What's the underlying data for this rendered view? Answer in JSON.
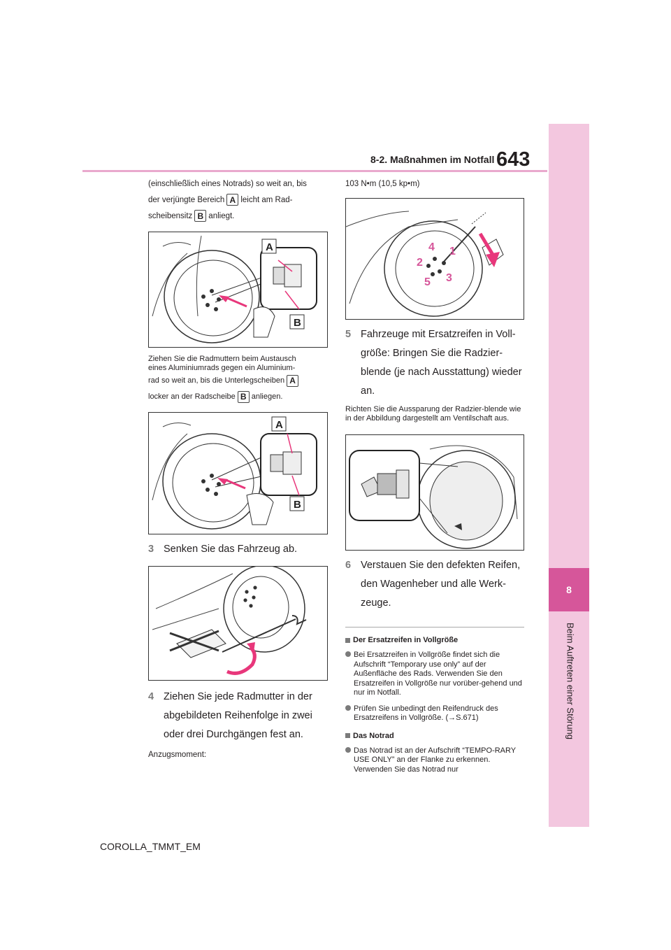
{
  "header": {
    "section_title": "8-2. Maßnahmen im Notfall",
    "page_number": "643"
  },
  "side_tab": {
    "chapter_number": "8",
    "chapter_title": "Beim Auftreten einer Störung"
  },
  "left_column": {
    "intro_line1": "(einschließlich eines Notrads) so weit an, bis",
    "intro_line2_a": "der verjüngte Bereich",
    "intro_line2_b": "leicht am Rad-",
    "intro_line3_a": "scheibensitz",
    "intro_line3_b": "anliegt.",
    "note1_line1": "Ziehen Sie die Radmuttern beim Austausch",
    "note1_line2": "eines Aluminiumrads gegen ein Aluminium-",
    "note1_line3": "rad so weit an, bis die Unterlegscheiben",
    "note1_line4_a": "locker an der Radscheibe",
    "note1_line4_b": "anliegen.",
    "step3_num": "3",
    "step3_text": "Senken Sie das Fahrzeug ab.",
    "step4_num": "4",
    "step4_text": "Ziehen Sie jede Radmutter in der abgebildeten Reihenfolge in zwei oder drei Durchgängen fest an.",
    "torque_label": "Anzugsmoment:"
  },
  "labels": {
    "A": "A",
    "B": "B"
  },
  "right_column": {
    "torque_value": "103 N•m (10,5 kp•m)",
    "sequence": [
      "4",
      "1",
      "2",
      "5",
      "3"
    ],
    "step5_num": "5",
    "step5_text": "Fahrzeuge mit Ersatzreifen in Voll-größe: Bringen Sie die Radzier-blende (je nach Ausstattung) wieder an.",
    "note2": "Richten Sie die Aussparung der Radzier-blende wie in der Abbildung dargestellt am Ventilschaft aus.",
    "step6_num": "6",
    "step6_text": "Verstauen Sie den defekten Reifen, den Wagenheber und alle Werk-zeuge.",
    "section1_title": "Der Ersatzreifen in Vollgröße",
    "section1_bullet1": "Bei Ersatzreifen in Vollgröße findet sich die Aufschrift “Temporary use only” auf der Außenfläche des Rads. Verwenden Sie den Ersatzreifen in Vollgröße nur vorüber-gehend und nur im Notfall.",
    "section1_bullet2": "Prüfen Sie unbedingt den Reifendruck des Ersatzreifens in Vollgröße. (→S.671)",
    "section2_title": "Das Notrad",
    "section2_bullet1": "Das Notrad ist an der Aufschrift “TEMPO-RARY USE ONLY” an der Flanke zu erkennen. Verwenden Sie das Notrad nur"
  },
  "footer": {
    "model": "COROLLA_TMMT_EM"
  },
  "colors": {
    "accent": "#d6569a",
    "tab": "#f3c7df",
    "rule": "#e9a9cd"
  }
}
